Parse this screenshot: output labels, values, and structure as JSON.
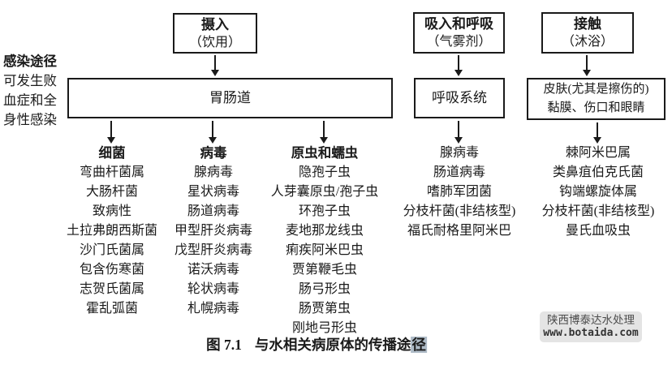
{
  "note": {
    "title": "感染途径",
    "lines": [
      "可发生败",
      "血症和全",
      "身性感染"
    ]
  },
  "top_boxes": [
    {
      "label": "摄入",
      "sub": "（饮用）"
    },
    {
      "label": "吸入和呼吸",
      "sub": "（气雾剂）"
    },
    {
      "label": "接触",
      "sub": "（沐浴）"
    }
  ],
  "mid_boxes": [
    {
      "label": "胃肠道"
    },
    {
      "label": "呼吸系统"
    },
    {
      "line1": "皮肤(尤其是擦伤的)",
      "line2": "黏膜、伤口和眼睛"
    }
  ],
  "lists": [
    {
      "header": "细菌",
      "items": [
        "弯曲杆菌属",
        "大肠杆菌",
        "致病性",
        "土拉弗朗西斯菌",
        "沙门氏菌属",
        "包含伤寒菌",
        "志贺氏菌属",
        "霍乱弧菌"
      ]
    },
    {
      "header": "病毒",
      "items": [
        "腺病毒",
        "星状病毒",
        "肠道病毒",
        "甲型肝炎病毒",
        "戊型肝炎病毒",
        "诺沃病毒",
        "轮状病毒",
        "札幌病毒"
      ]
    },
    {
      "header": "原虫和蠕虫",
      "items": [
        "隐孢子虫",
        "人芽囊原虫/孢子虫",
        "环孢子虫",
        "麦地那龙线虫",
        "痢疾阿米巴虫",
        "贾第鞭毛虫",
        "肠弓形虫",
        "肠贾第虫",
        "刚地弓形虫"
      ]
    },
    {
      "header": "",
      "items": [
        "腺病毒",
        "肠道病毒",
        "嗜肺军团菌",
        "分枝杆菌(非结核型)",
        "福氏耐格里阿米巴"
      ]
    },
    {
      "header": "",
      "items": [
        "棘阿米巴属",
        "类鼻疽伯克氏菌",
        "钩端螺旋体属",
        "分枝杆菌(非结核型)",
        "曼氏血吸虫"
      ]
    }
  ],
  "caption": {
    "number": "图 7.1",
    "title": "与水相关病原体的传播途",
    "highlight": "径"
  },
  "watermark": {
    "line1": "陕西博泰达水处理",
    "line2": "www.botaida.com"
  },
  "colors": {
    "highlight_bg": "#aebbc7",
    "line": "#1a1a1a",
    "watermark_bg": "#e4e4e4"
  }
}
